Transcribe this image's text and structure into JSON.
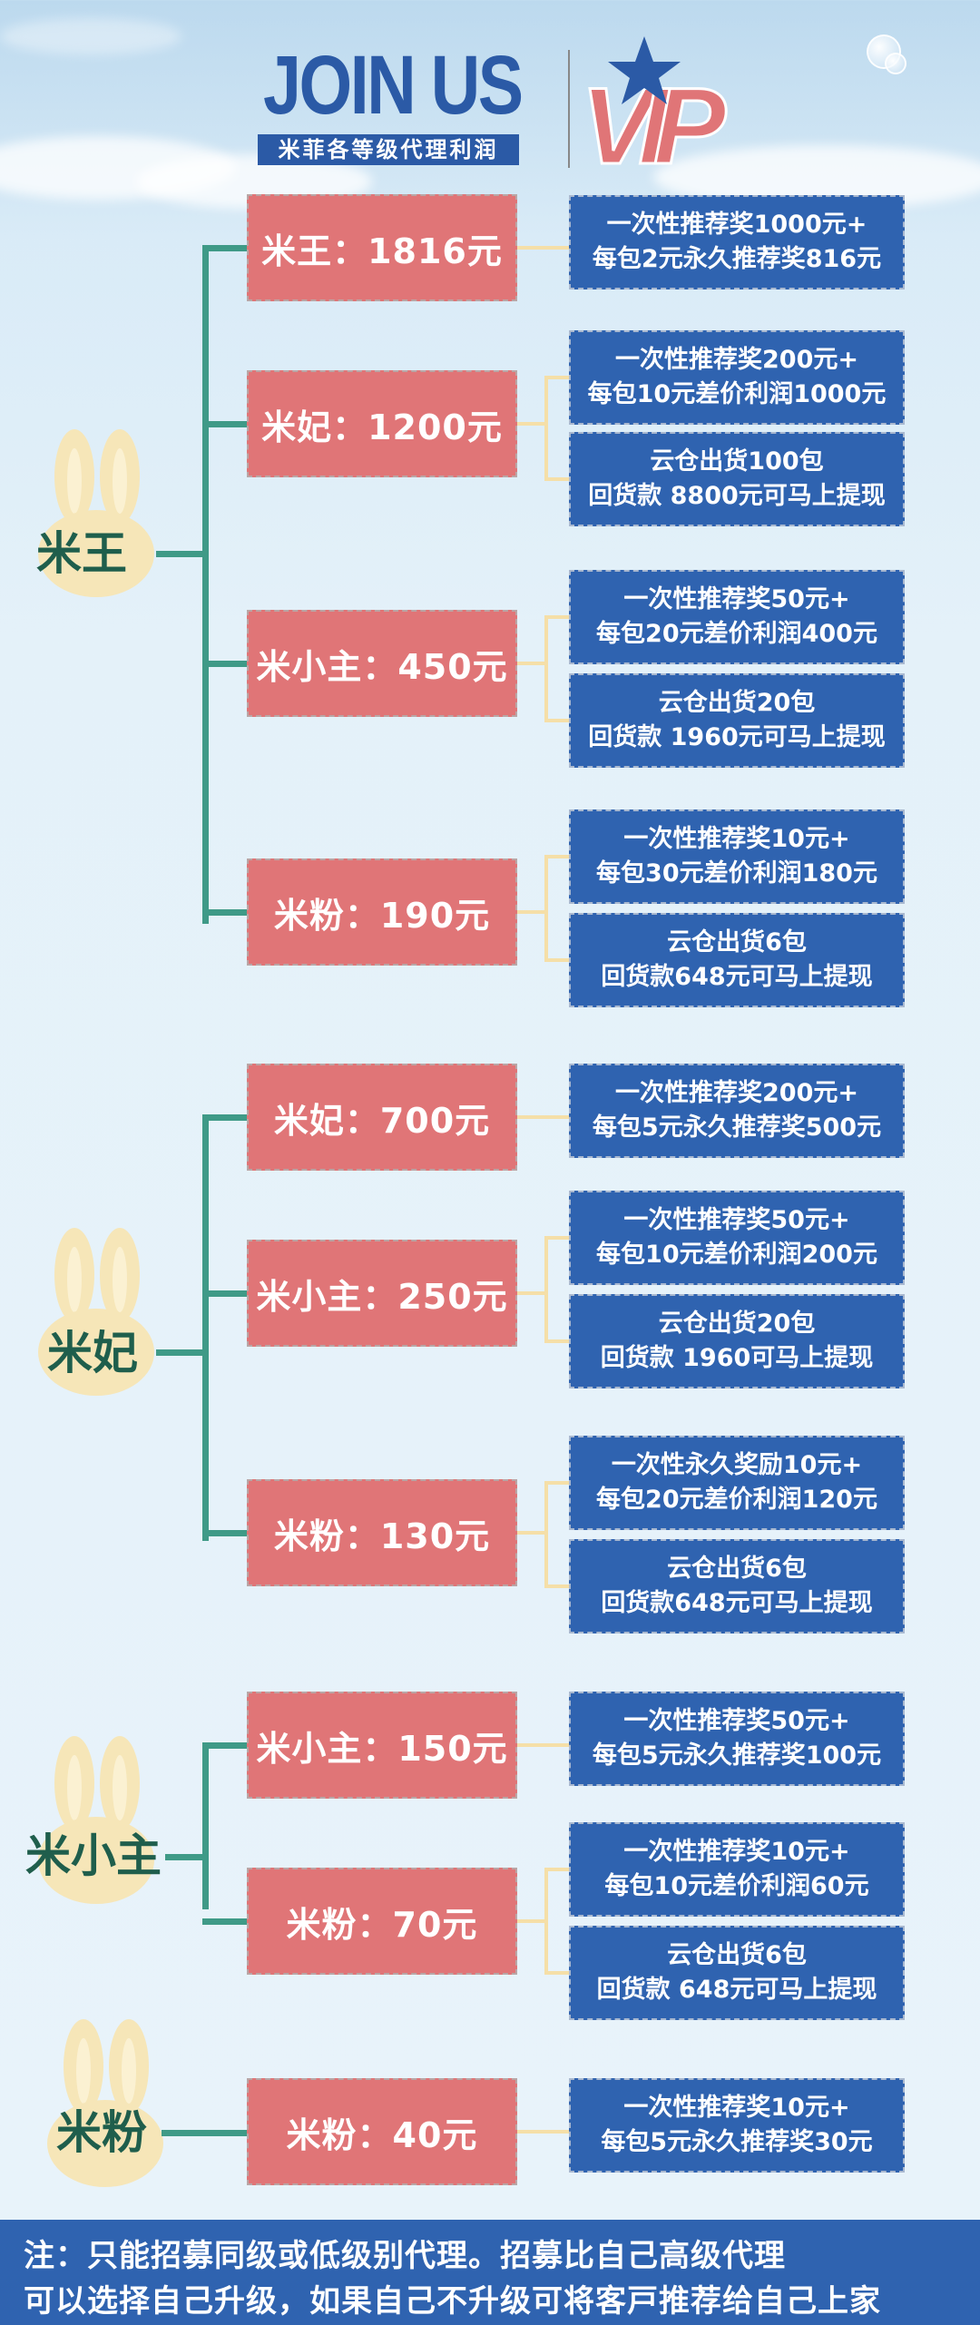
{
  "header": {
    "title": "JOIN US",
    "subtitle": "米菲各等级代理利润",
    "badge": "VIP",
    "colors": {
      "primary": "#2b5aa6",
      "vip": "#e07577",
      "star": "#2b5aa6"
    }
  },
  "tiers": [
    {
      "label": "米王",
      "options": [
        {
          "price": "米王：1816元",
          "cards": [
            [
              "一次性推荐奖1000元+",
              "每包2元永久推荐奖816元"
            ]
          ]
        },
        {
          "price": "米妃：1200元",
          "cards": [
            [
              "一次性推荐奖200元+",
              "每包10元差价利润1000元"
            ],
            [
              "云仓出货100包",
              "回货款 8800元可马上提现"
            ]
          ]
        },
        {
          "price": "米小主：450元",
          "cards": [
            [
              "一次性推荐奖50元+",
              "每包20元差价利润400元"
            ],
            [
              "云仓出货20包",
              "回货款 1960元可马上提现"
            ]
          ]
        },
        {
          "price": "米粉：190元",
          "cards": [
            [
              "一次性推荐奖10元+",
              "每包30元差价利润180元"
            ],
            [
              "云仓出货6包",
              "回货款648元可马上提现"
            ]
          ]
        }
      ]
    },
    {
      "label": "米妃",
      "options": [
        {
          "price": "米妃：700元",
          "cards": [
            [
              "一次性推荐奖200元+",
              "每包5元永久推荐奖500元"
            ]
          ]
        },
        {
          "price": "米小主：250元",
          "cards": [
            [
              "一次性推荐奖50元+",
              "每包10元差价利润200元"
            ],
            [
              "云仓出货20包",
              "回货款 1960可马上提现"
            ]
          ]
        },
        {
          "price": "米粉：130元",
          "cards": [
            [
              "一次性永久奖励10元+",
              "每包20元差价利润120元"
            ],
            [
              "云仓出货6包",
              "回货款648元可马上提现"
            ]
          ]
        }
      ]
    },
    {
      "label": "米小主",
      "options": [
        {
          "price": "米小主：150元",
          "cards": [
            [
              "一次性推荐奖50元+",
              "每包5元永久推荐奖100元"
            ]
          ]
        },
        {
          "price": "米粉：70元",
          "cards": [
            [
              "一次性推荐奖10元+",
              "每包10元差价利润60元"
            ],
            [
              "云仓出货6包",
              "回货款 648元可马上提现"
            ]
          ]
        }
      ]
    },
    {
      "label": "米粉",
      "options": [
        {
          "price": "米粉：40元",
          "cards": [
            [
              "一次性推荐奖10元+",
              "每包5元永久推荐奖30元"
            ]
          ]
        }
      ]
    }
  ],
  "footer": {
    "line1": "注：只能招募同级或低级别代理。招募比自己高级代理",
    "line2": "可以选择自己升级，如果自己不升级可将客戸推荐给自己上家"
  },
  "colors": {
    "price_box": "#e07577",
    "info_box": "#2f63b0",
    "tree_line": "#3f9a87",
    "connector": "#f5dfa8",
    "tier_text": "#1f5e4c",
    "rabbit": "#f6e6b8"
  }
}
